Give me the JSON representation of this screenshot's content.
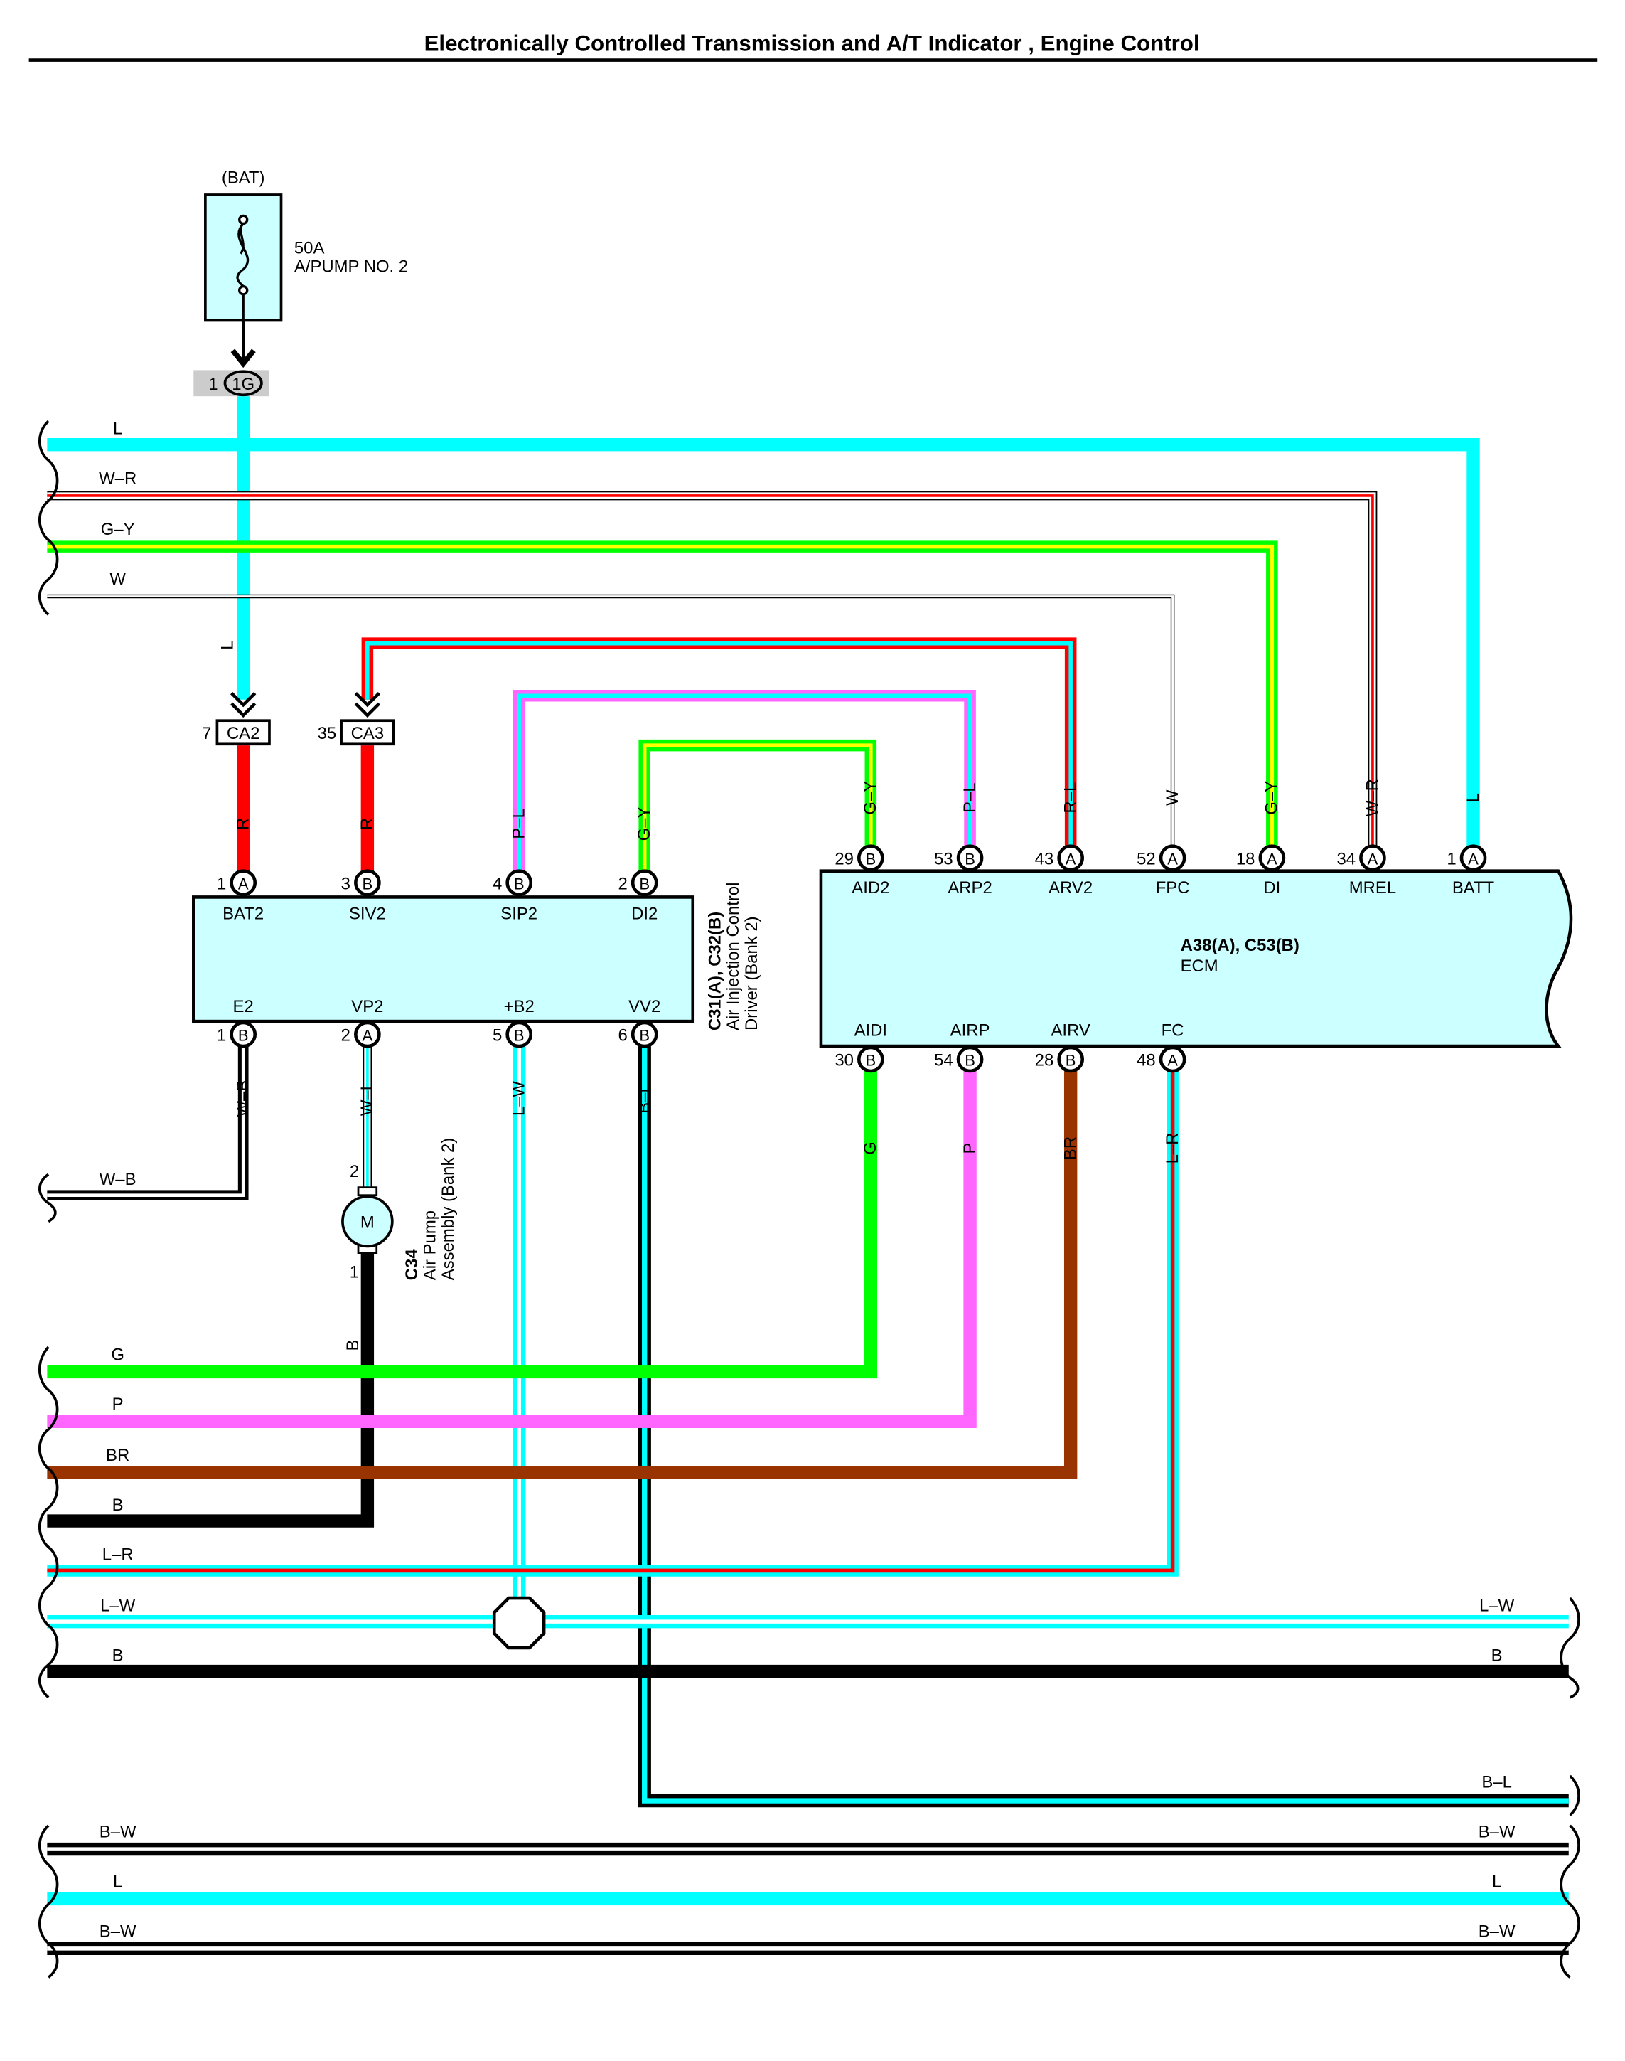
{
  "title": "Electronically Controlled Transmission and A/T Indicator , Engine Control",
  "fuse": {
    "source": "(BAT)",
    "rating": "50A",
    "name": "A/PUMP NO. 2"
  },
  "junction": {
    "pin": "1",
    "id": "1G"
  },
  "connectors": {
    "ca2": {
      "pin": "7",
      "id": "CA2"
    },
    "ca3": {
      "pin": "35",
      "id": "CA3"
    }
  },
  "driver": {
    "id": "C31(A), C32(B)",
    "name": "Air Injection Control",
    "name2": "Driver (Bank 2)",
    "top_pins": [
      {
        "num": "1",
        "conn": "A",
        "name": "BAT2",
        "wire": "R"
      },
      {
        "num": "3",
        "conn": "B",
        "name": "SIV2",
        "wire": "R"
      },
      {
        "num": "4",
        "conn": "B",
        "name": "SIP2",
        "wire": "P–L"
      },
      {
        "num": "2",
        "conn": "B",
        "name": "DI2",
        "wire": "G–Y"
      }
    ],
    "bottom_pins": [
      {
        "num": "1",
        "conn": "B",
        "name": "E2",
        "wire": "W–B"
      },
      {
        "num": "2",
        "conn": "A",
        "name": "VP2",
        "wire": "W–L"
      },
      {
        "num": "5",
        "conn": "B",
        "name": "+B2",
        "wire": "L–W"
      },
      {
        "num": "6",
        "conn": "B",
        "name": "VV2",
        "wire": "B–L"
      }
    ]
  },
  "pump": {
    "id": "C34",
    "name": "Air Pump",
    "name2": "Assembly (Bank 2)",
    "symbol": "M",
    "pin_top": "2",
    "pin_bottom": "1",
    "ground_wire": "B"
  },
  "ecm": {
    "id": "A38(A), C53(B)",
    "name": "ECM",
    "top_pins": [
      {
        "num": "29",
        "conn": "B",
        "name": "AID2",
        "wire": "G–Y"
      },
      {
        "num": "53",
        "conn": "B",
        "name": "ARP2",
        "wire": "P–L"
      },
      {
        "num": "43",
        "conn": "A",
        "name": "ARV2",
        "wire": "R–L"
      },
      {
        "num": "52",
        "conn": "A",
        "name": "FPC",
        "wire": "W"
      },
      {
        "num": "18",
        "conn": "A",
        "name": "DI",
        "wire": "G–Y"
      },
      {
        "num": "34",
        "conn": "A",
        "name": "MREL",
        "wire": "W–R"
      },
      {
        "num": "1",
        "conn": "A",
        "name": "BATT",
        "wire": "L"
      }
    ],
    "bottom_pins": [
      {
        "num": "30",
        "conn": "B",
        "name": "AIDI",
        "wire": "G"
      },
      {
        "num": "54",
        "conn": "B",
        "name": "AIRP",
        "wire": "P"
      },
      {
        "num": "28",
        "conn": "B",
        "name": "AIRV",
        "wire": "BR"
      },
      {
        "num": "48",
        "conn": "A",
        "name": "FC",
        "wire": "L–R"
      }
    ]
  },
  "fuse_wire_label": "L",
  "left_buses_top": [
    "L",
    "W–R",
    "G–Y",
    "W"
  ],
  "left_bus_wb": "W–B",
  "left_buses_bottom": [
    "G",
    "P",
    "BR",
    "B",
    "L–R"
  ],
  "through_buses": [
    {
      "left": "L–W",
      "right": "L–W"
    },
    {
      "left": "B",
      "right": "B"
    }
  ],
  "bl_right": "B–L",
  "bottom_buses": [
    {
      "left": "B–W",
      "right": "B–W"
    },
    {
      "left": "L",
      "right": "L"
    },
    {
      "left": "B–W",
      "right": "B–W"
    }
  ],
  "colors": {
    "L": "#00ffff",
    "R": "#ff0000",
    "G": "#00ff00",
    "Y": "#ffff00",
    "P": "#ff66ff",
    "BR": "#993300",
    "B": "#000000",
    "W": "#ffffff",
    "component_fill": "#ccffff"
  }
}
